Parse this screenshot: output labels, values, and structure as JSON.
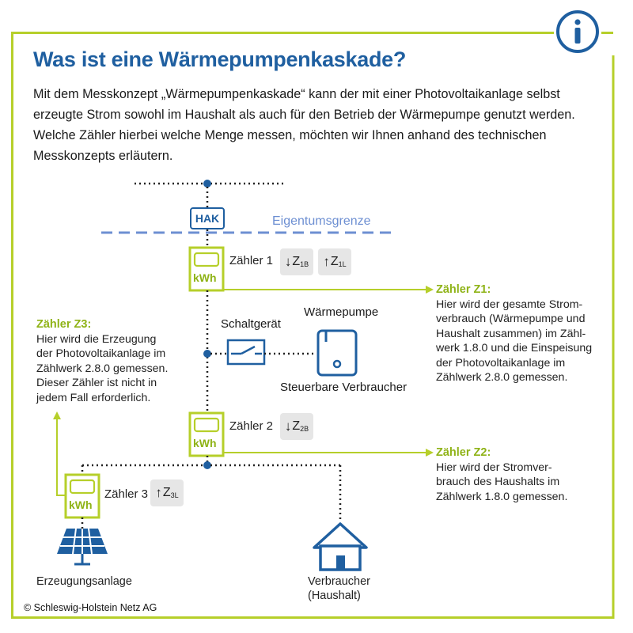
{
  "title": "Was ist eine Wärmepumpenkaskade?",
  "intro": "Mit dem Messkonzept „Wärmepumpenkaskade“ kann der mit einer Photovoltaikanlage selbst erzeugte Strom sowohl im Haushalt als auch für den Betrieb der Wärmepumpe genutzt werden. Welche Zähler hierbei welche Menge messen, möchten wir Ihnen anhand des technischen Messkonzepts erläutern.",
  "info_icon": "info-icon",
  "hak_label": "HAK",
  "property_line_label": "Eigentumsgrenze",
  "meter_unit": "kWh",
  "meters": {
    "z1": {
      "name": "Zähler 1",
      "chips": [
        {
          "arrow": "↓",
          "code": "Z",
          "sub": "1B"
        },
        {
          "arrow": "↑",
          "code": "Z",
          "sub": "1L"
        }
      ]
    },
    "z2": {
      "name": "Zähler 2",
      "chips": [
        {
          "arrow": "↓",
          "code": "Z",
          "sub": "2B"
        }
      ]
    },
    "z3": {
      "name": "Zähler 3",
      "chips": [
        {
          "arrow": "↑",
          "code": "Z",
          "sub": "3L"
        }
      ]
    }
  },
  "switch_label": "Schaltgerät",
  "heatpump_label": "Wärmepumpe",
  "controllable_label": "Steuerbare Verbraucher",
  "callouts": {
    "z1": {
      "head": "Zähler Z1:",
      "body": "Hier wird der gesamte Strom-\nverbrauch (Wärmepumpe und\nHaushalt zusammen) im Zähl-\nwerk 1.8.0 und die Einspeisung\nder Photovoltaikanlage im\nZählwerk 2.8.0 gemessen."
    },
    "z2": {
      "head": "Zähler Z2:",
      "body": "Hier wird der Stromver-\nbrauch des Haushalts im\nZählwerk 1.8.0 gemessen."
    },
    "z3": {
      "head": "Zähler Z3:",
      "body": "Hier wird die Erzeugung\nder Photovoltaikanlage im\nZählwerk 2.8.0 gemessen.\nDieser Zähler ist nicht in\njedem Fall erforderlich."
    }
  },
  "generation_label": "Erzeugungsanlage",
  "consumer_label": "Verbraucher\n(Haushalt)",
  "copyright": "© Schleswig-Holstein Netz AG",
  "colors": {
    "brand_blue": "#1f5fa0",
    "lime": "#b6cf2a",
    "callout_head": "#8fb317",
    "dash_blue": "#6d8fd2",
    "chip_grey": "#e6e6e6"
  }
}
